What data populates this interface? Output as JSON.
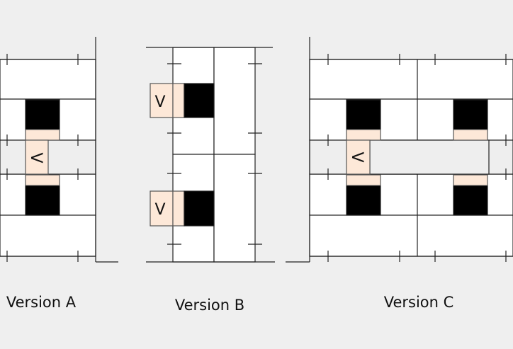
{
  "captions": {
    "version_a": "Version A",
    "version_b": "Version B",
    "version_c": "Version C"
  },
  "valve_label": "V",
  "colors": {
    "background": "#efefef",
    "cell": "#ffffff",
    "line": "#222222",
    "black_block": "#000000",
    "valve_fill": "#fde8d8",
    "valve_stroke": "#555555",
    "channel": "#eeeeee"
  }
}
